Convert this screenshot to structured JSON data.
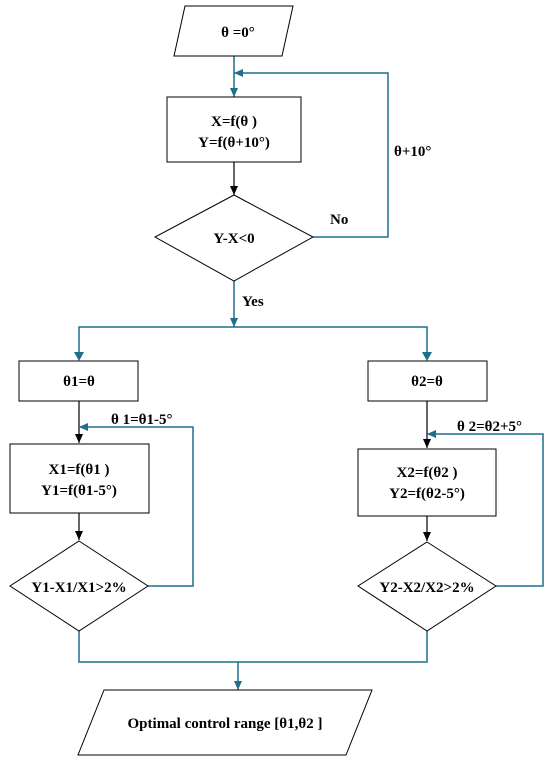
{
  "nodes": {
    "start": "θ =0°",
    "calc_x": "X=f(θ )",
    "calc_y": "Y=f(θ+10°)",
    "check": "Y-X<0",
    "theta1_assign": "θ1=θ",
    "x1_calc": "X1=f(θ1 )",
    "y1_calc": "Y1=f(θ1-5°)",
    "check1": "Y1-X1/X1>2%",
    "theta2_assign": "θ2=θ",
    "x2_calc": "X2=f(θ2 )",
    "y2_calc": "Y2=f(θ2-5°)",
    "check2": "Y2-X2/X2>2%",
    "output": "Optimal control range [θ1,θ2 ]"
  },
  "edge_labels": {
    "no": "No",
    "yes": "Yes",
    "theta_step": "θ+10°",
    "theta1_step": "θ 1=θ1-5°",
    "theta2_step": "θ 2=θ2+5°"
  },
  "colors": {
    "flow_line": "#1f6f8b",
    "node_border": "#000000"
  }
}
